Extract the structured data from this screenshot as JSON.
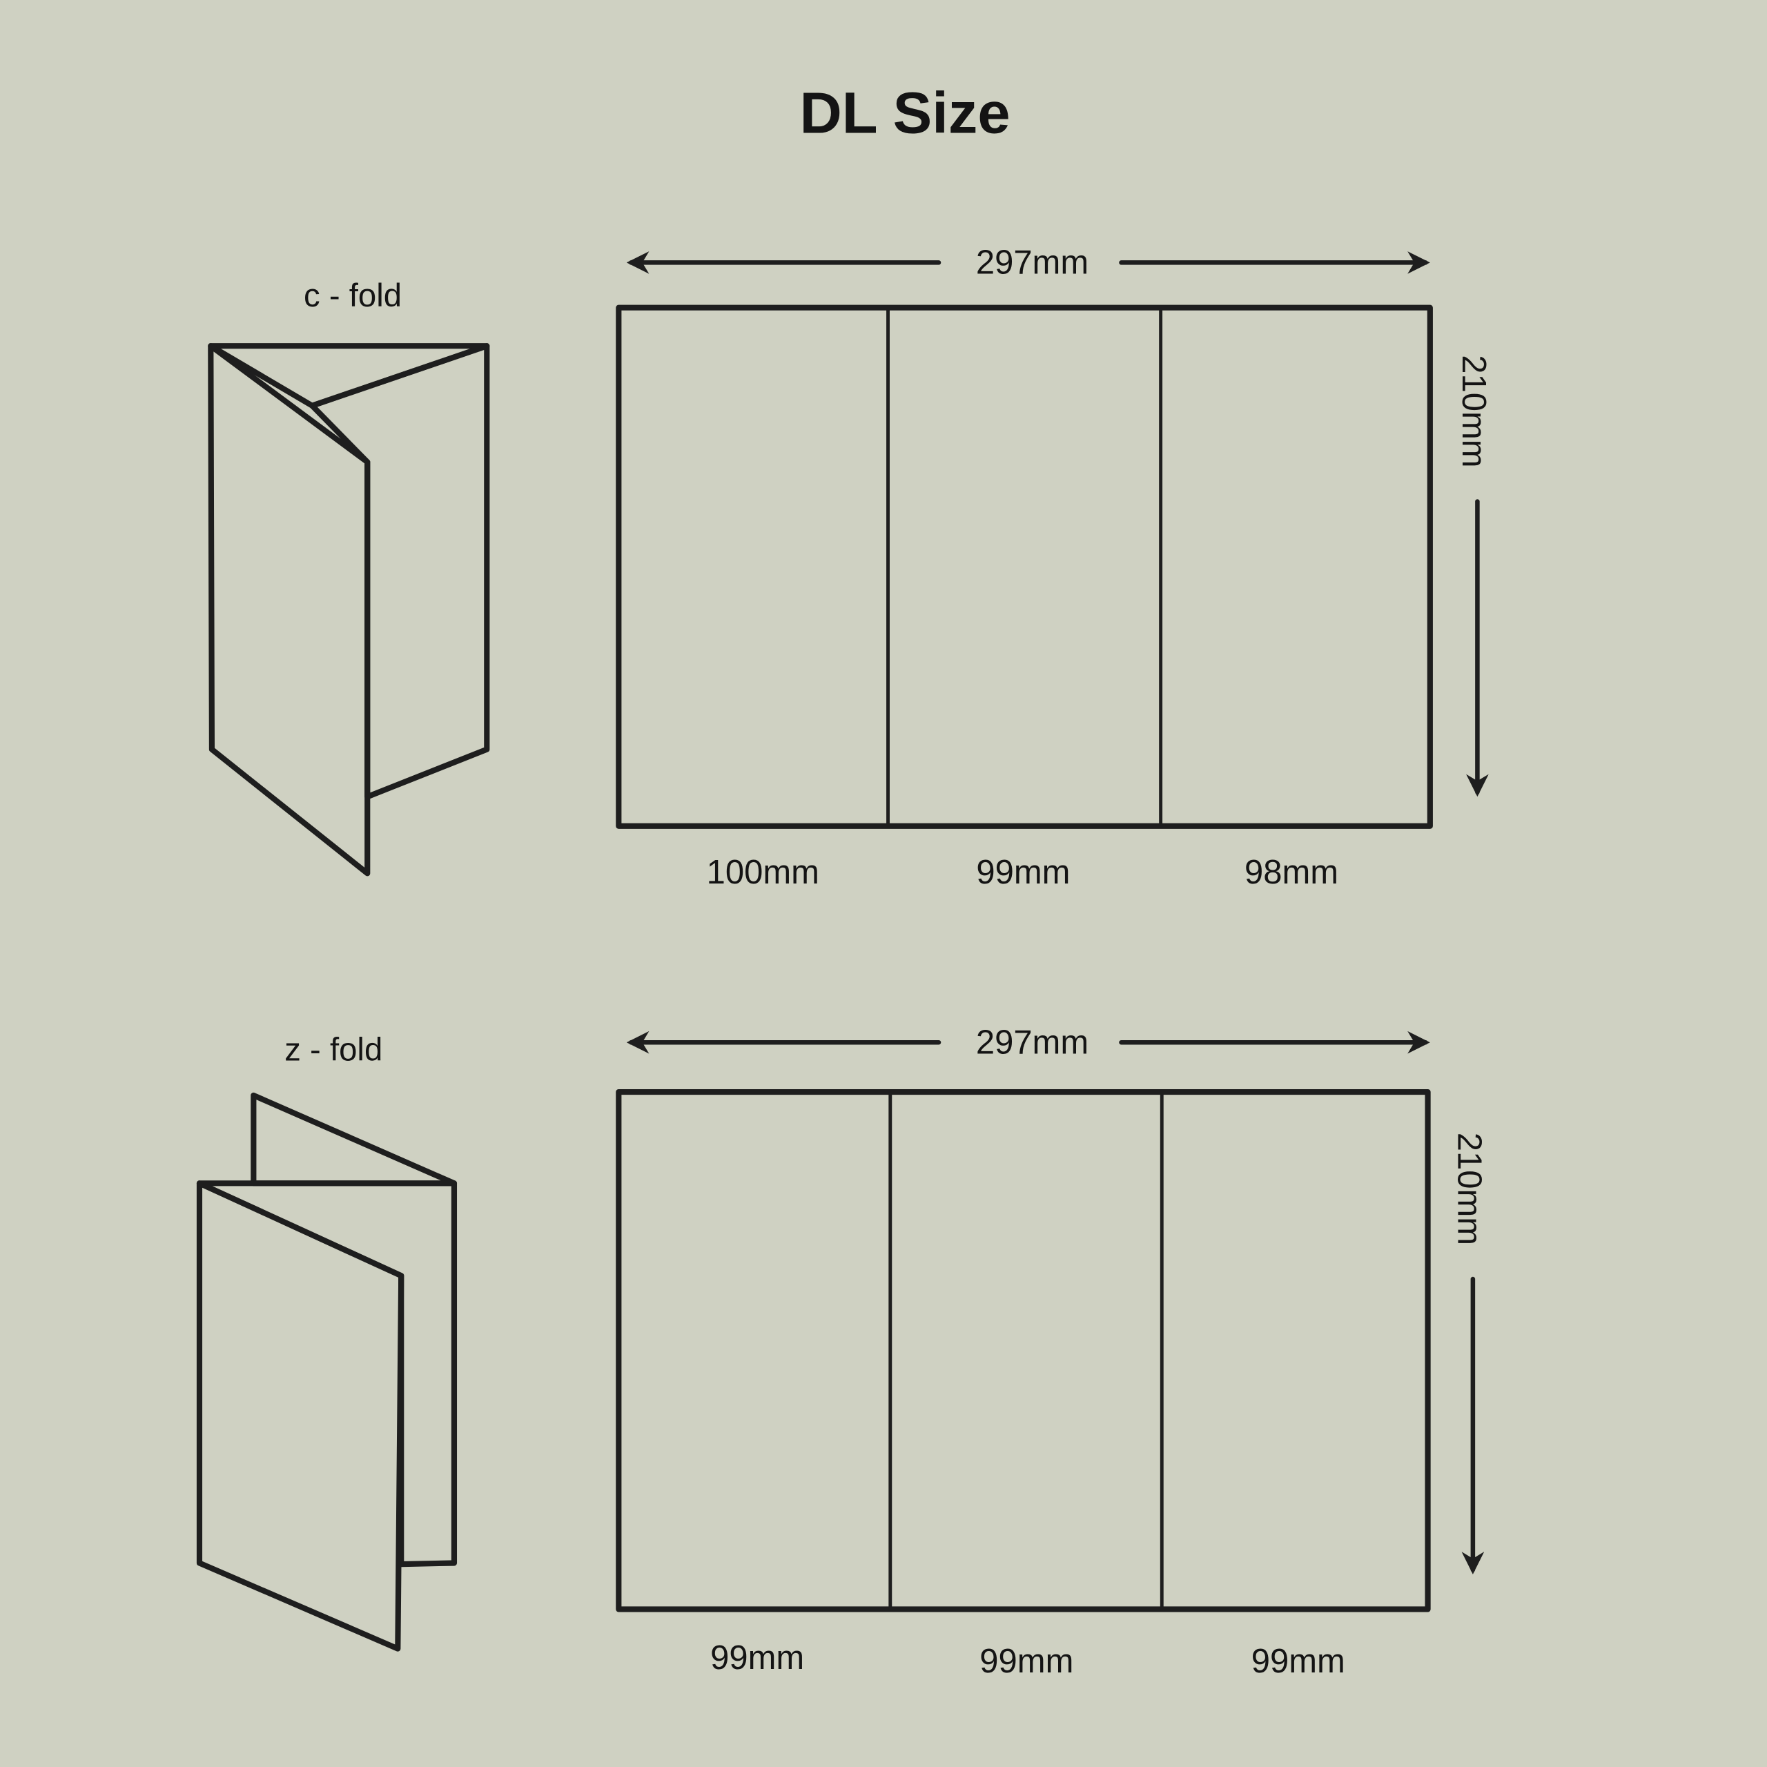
{
  "title": "DL Size",
  "colors": {
    "background": "#cfd1c2",
    "ink": "#1e1e1e",
    "shade": "#8a8a84"
  },
  "c_fold": {
    "label": "c - fold",
    "width": "297mm",
    "height": "210mm",
    "panels": [
      "100mm",
      "99mm",
      "98mm"
    ]
  },
  "z_fold": {
    "label": "z - fold",
    "width": "297mm",
    "height": "210mm",
    "panels": [
      "99mm",
      "99mm",
      "99mm"
    ]
  }
}
